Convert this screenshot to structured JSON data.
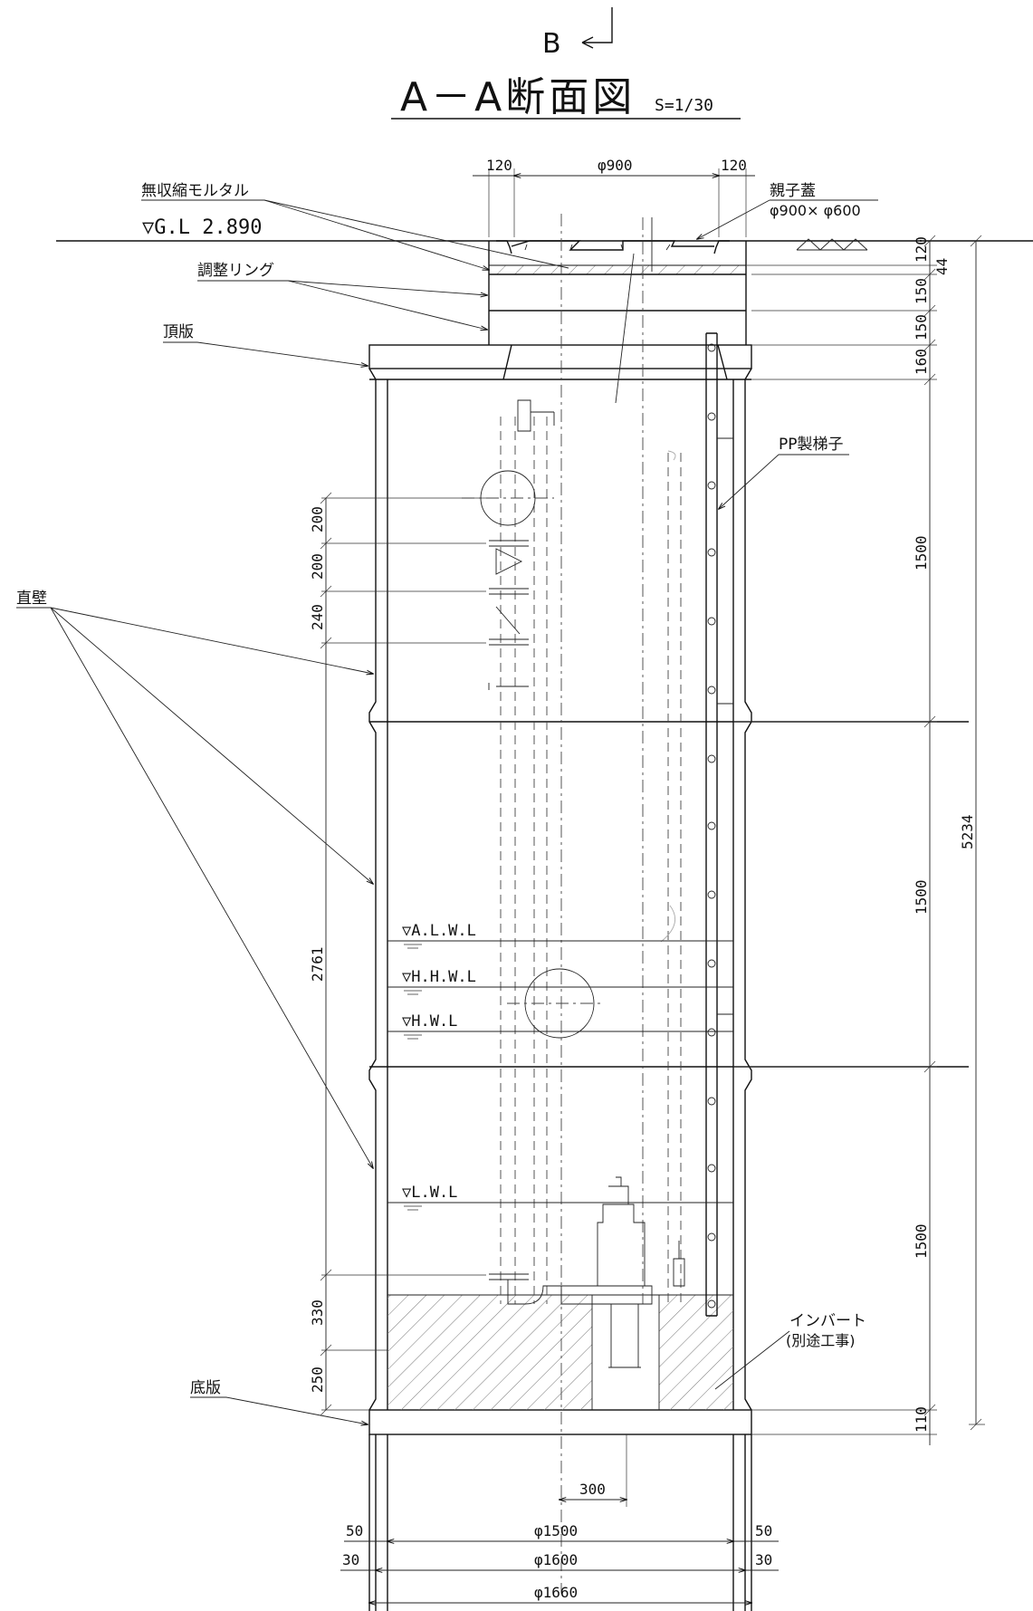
{
  "header": {
    "section_marker": "B",
    "title": "A－A断面図",
    "scale": "S=1/30"
  },
  "labels": {
    "non_shrink_mortar": "無収縮モルタル",
    "ground_level": "▽G.L 2.890",
    "adjust_ring": "調整リング",
    "top_slab": "頂版",
    "straight_wall": "直壁",
    "bottom_slab": "底版",
    "cover": "親子蓋",
    "cover_size": "φ900× φ600",
    "ladder": "PP製梯子",
    "invert": "インバート",
    "invert_note": "(別途工事)"
  },
  "water_levels": {
    "alwl": "▽A.L.W.L",
    "hhwl": "▽H.H.W.L",
    "hwl": "▽H.W.L",
    "lwl": "▽L.W.L"
  },
  "dimensions": {
    "top_left_120": "120",
    "top_dia_900": "φ900",
    "top_right_120": "120",
    "right_120": "120",
    "right_44": "44",
    "right_150a": "150",
    "right_150b": "150",
    "right_160": "160",
    "right_1500a": "1500",
    "right_1500b": "1500",
    "right_1500c": "1500",
    "right_110": "110",
    "total_5234": "5234",
    "left_200a": "200",
    "left_200b": "200",
    "left_240": "240",
    "left_2761": "2761",
    "left_330": "330",
    "left_250": "250",
    "bottom_300": "300",
    "bottom_50_left": "50",
    "bottom_dia_1500": "φ1500",
    "bottom_50_right": "50",
    "bottom_30_left": "30",
    "bottom_dia_1600": "φ1600",
    "bottom_30_right": "30",
    "bottom_dia_1660": "φ1660"
  }
}
